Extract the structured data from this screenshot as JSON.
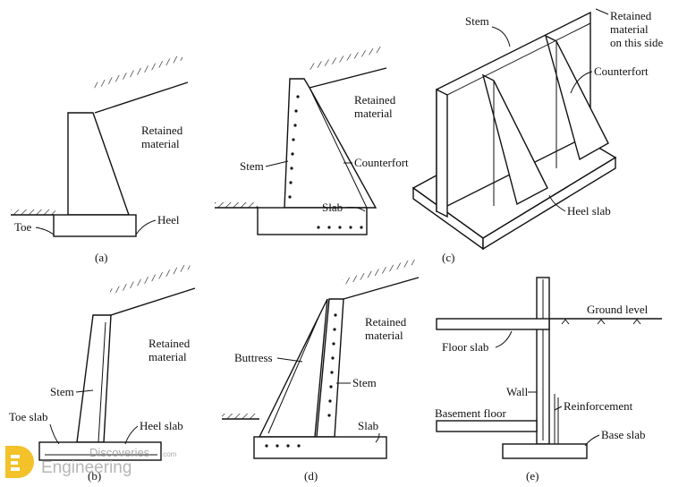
{
  "figure": {
    "a": {
      "caption": "(a)",
      "retained": [
        "Retained",
        "material"
      ],
      "toe": "Toe",
      "heel": "Heel"
    },
    "b": {
      "caption": "(b)",
      "retained": [
        "Retained",
        "material"
      ],
      "stem": "Stem",
      "toe_slab": "Toe slab",
      "heel_slab": "Heel slab"
    },
    "c": {
      "caption": "(c)",
      "stem": "Stem",
      "retained": [
        "Retained",
        "material",
        "on this side"
      ],
      "counterfort": "Counterfort",
      "heel_slab": "Heel slab"
    },
    "d_top": {
      "retained": [
        "Retained",
        "material"
      ],
      "stem": "Stem",
      "counterfort": "Counterfort",
      "slab": "Slab"
    },
    "d_bottom": {
      "caption": "(d)",
      "retained": [
        "Retained",
        "material"
      ],
      "buttress": "Buttress",
      "stem": "Stem",
      "slab": "Slab"
    },
    "e": {
      "caption": "(e)",
      "ground_level": "Ground level",
      "floor_slab": "Floor slab",
      "wall": "Wall",
      "reinforcement": "Reinforcement",
      "basement_floor": "Basement floor",
      "base_slab": "Base slab"
    }
  },
  "watermark": {
    "top": "Discoveries",
    "suffix": ".com",
    "bottom": "Engineering",
    "icon": "engineering-discoveries-logo-icon",
    "color": "#f2b705"
  }
}
